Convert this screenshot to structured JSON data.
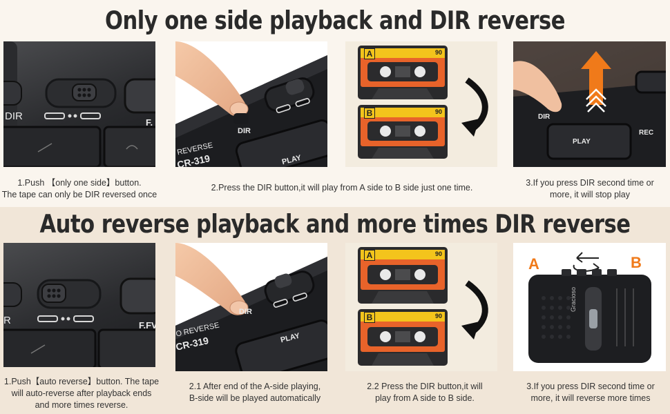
{
  "headings": {
    "top": "Only one side playback and DIR reverse",
    "bottom": "Auto reverse playback and more times DIR reverse"
  },
  "top_row": {
    "step1": {
      "line1": "1.Push 【only one side】button.",
      "line2": "The tape can only be DIR reversed once",
      "labels": {
        "dir": "DIR",
        "ff": "F."
      }
    },
    "step2": {
      "line1": "2.Press the DIR button,it will play from A side to B side just one time.",
      "labels": {
        "dir": "DIR",
        "play": "PLAY",
        "reverse": "REVERSE",
        "model": "CR-319"
      }
    },
    "step2b": {
      "tape_a": "A",
      "tape_b": "B",
      "tape_len": "90"
    },
    "step3": {
      "line1": "3.If you press DIR second time or",
      "line2": "more, it will stop play",
      "labels": {
        "dir": "DIR",
        "play": "PLAY",
        "rec": "REC"
      }
    }
  },
  "bottom_row": {
    "step1": {
      "line1": "1.Push【auto reverse】button. The tape",
      "line2": "will auto-reverse after playback ends",
      "line3": "and more times reverse.",
      "labels": {
        "r": "R",
        "ff": "F.FV"
      }
    },
    "step2": {
      "line1": "2.1 After end of the A-side playing,",
      "line2": "B-side will be played automatically",
      "labels": {
        "dir": "DIR",
        "play": "PLAY",
        "reverse": "O REVERSE",
        "model": "CR-319"
      }
    },
    "step3": {
      "line1": "2.2 Press the DIR button,it will",
      "line2": "play from A side to B side.",
      "tape_a": "A",
      "tape_b": "B",
      "tape_len": "90"
    },
    "step4": {
      "line1": "3.If you press DIR second time or",
      "line2": "more, it will reverse more times",
      "side_a": "A",
      "side_b": "B",
      "brand": "Gracioso"
    }
  },
  "colors": {
    "accent_orange": "#f07a1a",
    "tape_yellow": "#f3c41c",
    "tape_orange": "#e8632a",
    "dark_device": "#1c1d20"
  }
}
